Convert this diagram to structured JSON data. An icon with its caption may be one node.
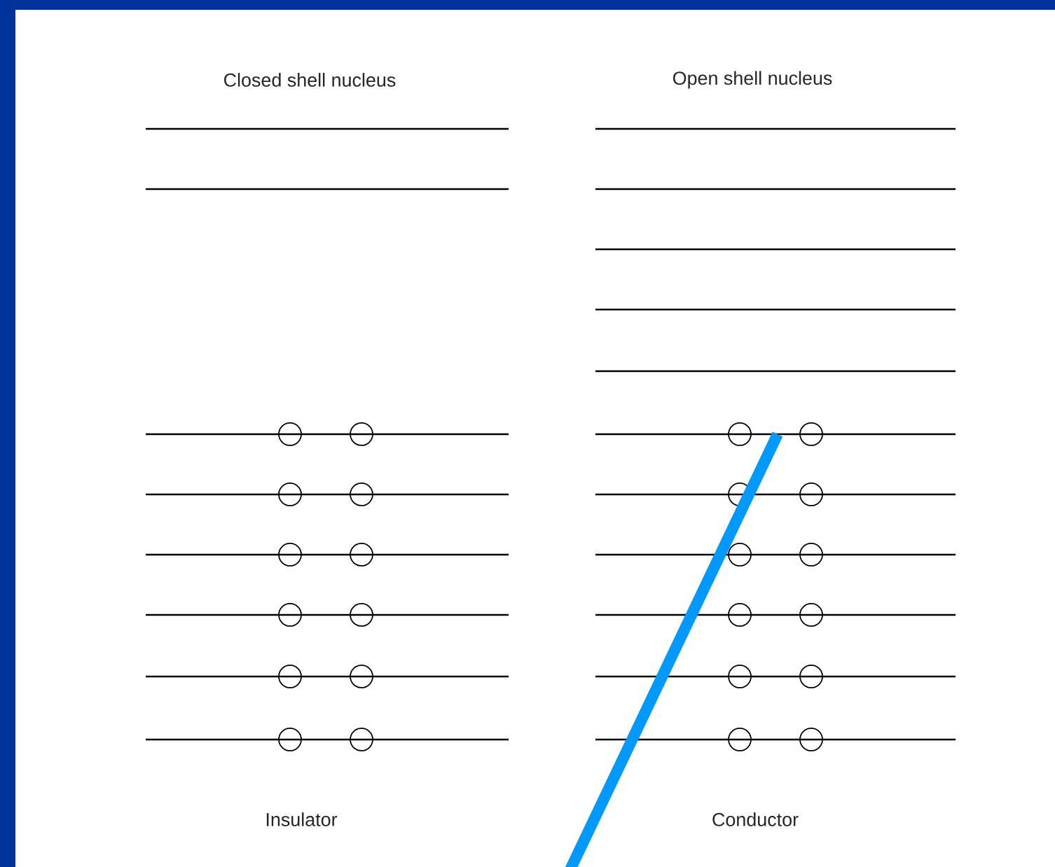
{
  "diagram": {
    "labels": [
      "Closed shell nucleus",
      "Open shell nucleus",
      "Insulator",
      "Conductor"
    ]
  }
}
